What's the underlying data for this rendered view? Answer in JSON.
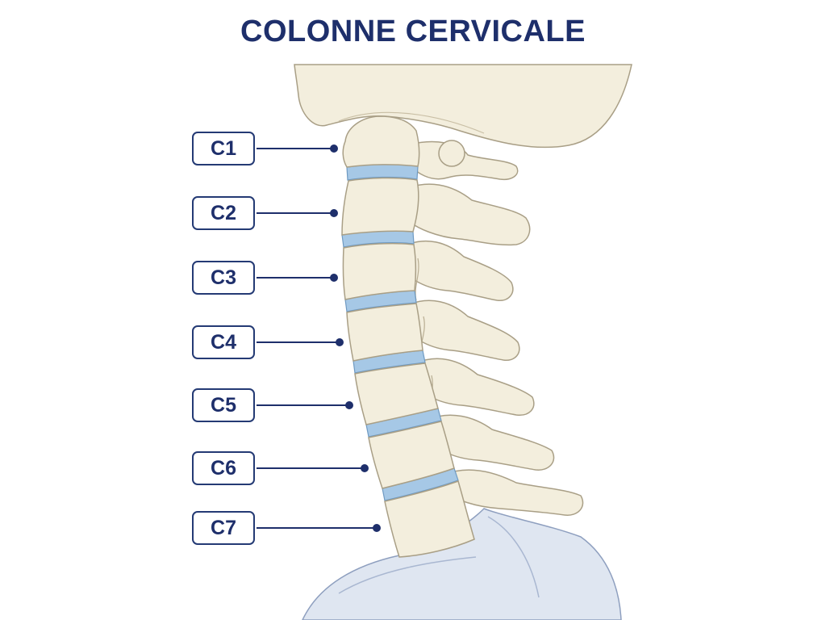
{
  "title": "COLONNE CERVICALE",
  "labels": [
    "C1",
    "C2",
    "C3",
    "C4",
    "C5",
    "C6",
    "C7"
  ],
  "colors": {
    "title": "#1e2f6b",
    "label_border": "#243a74",
    "leader_line": "#1e2f6b",
    "bone_fill": "#f3eedd",
    "bone_stroke": "#a99f86",
    "disc_fill": "#a6c8e6",
    "thorax_fill": "#dfe6f1"
  }
}
